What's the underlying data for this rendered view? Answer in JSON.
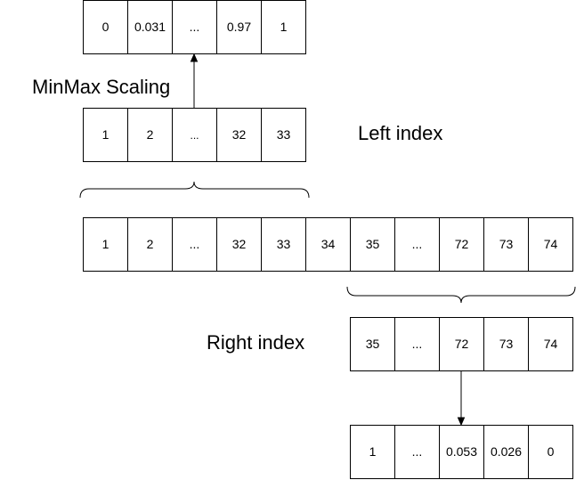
{
  "rows": {
    "scaled_left": [
      "0",
      "0.031",
      "...",
      "0.97",
      "1"
    ],
    "left_index": [
      "1",
      "2",
      "...",
      "32",
      "33"
    ],
    "full": [
      "1",
      "2",
      "...",
      "32",
      "33",
      "34",
      "35",
      "...",
      "72",
      "73",
      "74"
    ],
    "right_index": [
      "35",
      "...",
      "72",
      "73",
      "74"
    ],
    "scaled_right": [
      "1",
      "...",
      "0.053",
      "0.026",
      "0"
    ]
  },
  "labels": {
    "minmax": "MinMax Scaling",
    "left_index": "Left index",
    "right_index": "Right index"
  }
}
